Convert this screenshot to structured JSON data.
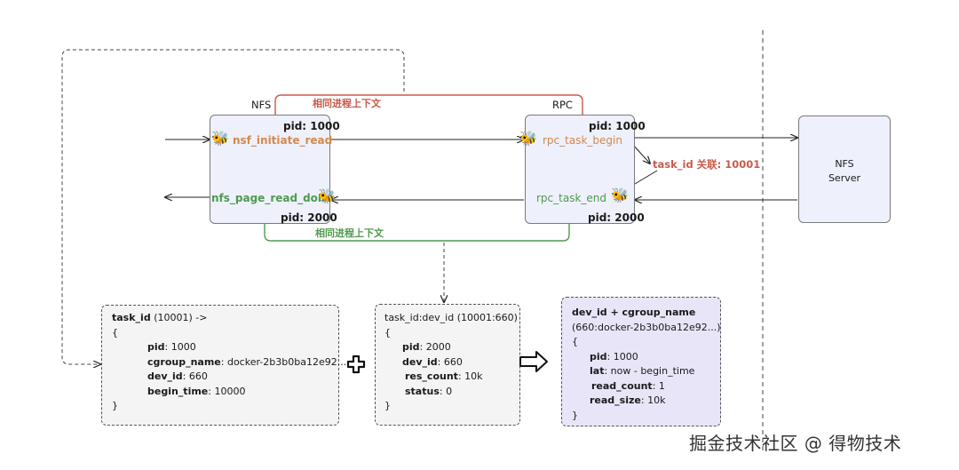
{
  "nfs_block": {
    "title": "NFS",
    "pid_top": "pid: 1000",
    "func_in": "nsf_initiate_read",
    "func_out": "nfs_page_read_done",
    "pid_bottom": "pid: 2000"
  },
  "rpc_block": {
    "title": "RPC",
    "pid_top": "pid: 1000",
    "func_in": "rpc_task_begin",
    "func_out": "rpc_task_end",
    "pid_bottom": "pid: 2000"
  },
  "server": {
    "line1": "NFS",
    "line2": "Server"
  },
  "context_top": "相同进程上下文",
  "context_bottom": "相同进程上下文",
  "task_link": "task_id 关联: 10001",
  "map1": {
    "header_key": "task_id",
    "header_rest": " (10001) ->",
    "open": "{",
    "rows": [
      {
        "k": "pid",
        "v": ": 1000"
      },
      {
        "k": "cgroup_name",
        "v": ": docker-2b3b0ba12e92..."
      },
      {
        "k": "dev_id",
        "v": ": 660"
      },
      {
        "k": "begin_time",
        "v": ": 10000"
      }
    ],
    "close": "}"
  },
  "map2": {
    "header": "task_id:dev_id (10001:660)",
    "open": "{",
    "rows": [
      {
        "k": "pid",
        "v": ": 2000"
      },
      {
        "k": "dev_id",
        "v": ": 660"
      },
      {
        "k": "res_count",
        "v": ": 10k"
      },
      {
        "k": "status",
        "v": ": 0"
      }
    ],
    "close": "}"
  },
  "map3": {
    "header": "dev_id + cgroup_name",
    "sub": "(660:docker-2b3b0ba12e92...)",
    "open": "{",
    "rows": [
      {
        "k": "pid",
        "v": ": 1000"
      },
      {
        "k": "lat",
        "v": ": now - begin_time"
      },
      {
        "k": "read_count",
        "v": ": 1"
      },
      {
        "k": "read_size",
        "v": ": 10k"
      }
    ],
    "close": "}"
  },
  "watermark": "掘金技术社区 @ 得物技术",
  "colors": {
    "box_fill": "#eef0fb",
    "orange": "#d4894d",
    "green": "#4f9a4f",
    "red": "#c75a4a",
    "purple_fill": "#e8e5f8"
  },
  "icons": [
    "bee-icon",
    "plus-icon",
    "arrow-right-icon"
  ]
}
